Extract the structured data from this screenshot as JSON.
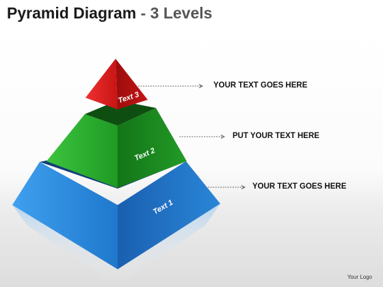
{
  "header": {
    "title": "Pyramid Diagram",
    "separator": " - ",
    "subtitle": "3 Levels"
  },
  "levels": [
    {
      "label": "Text 3",
      "callout": "YOUR TEXT GOES  HERE",
      "color": "#d11a1a"
    },
    {
      "label": "Text 2",
      "callout": "PUT YOUR TEXT HERE",
      "color": "#1e9b23"
    },
    {
      "label": "Text 1",
      "callout": "YOUR TEXT GOES  HERE",
      "color": "#2b86d6"
    }
  ],
  "footer": {
    "logo": "Your Logo"
  }
}
